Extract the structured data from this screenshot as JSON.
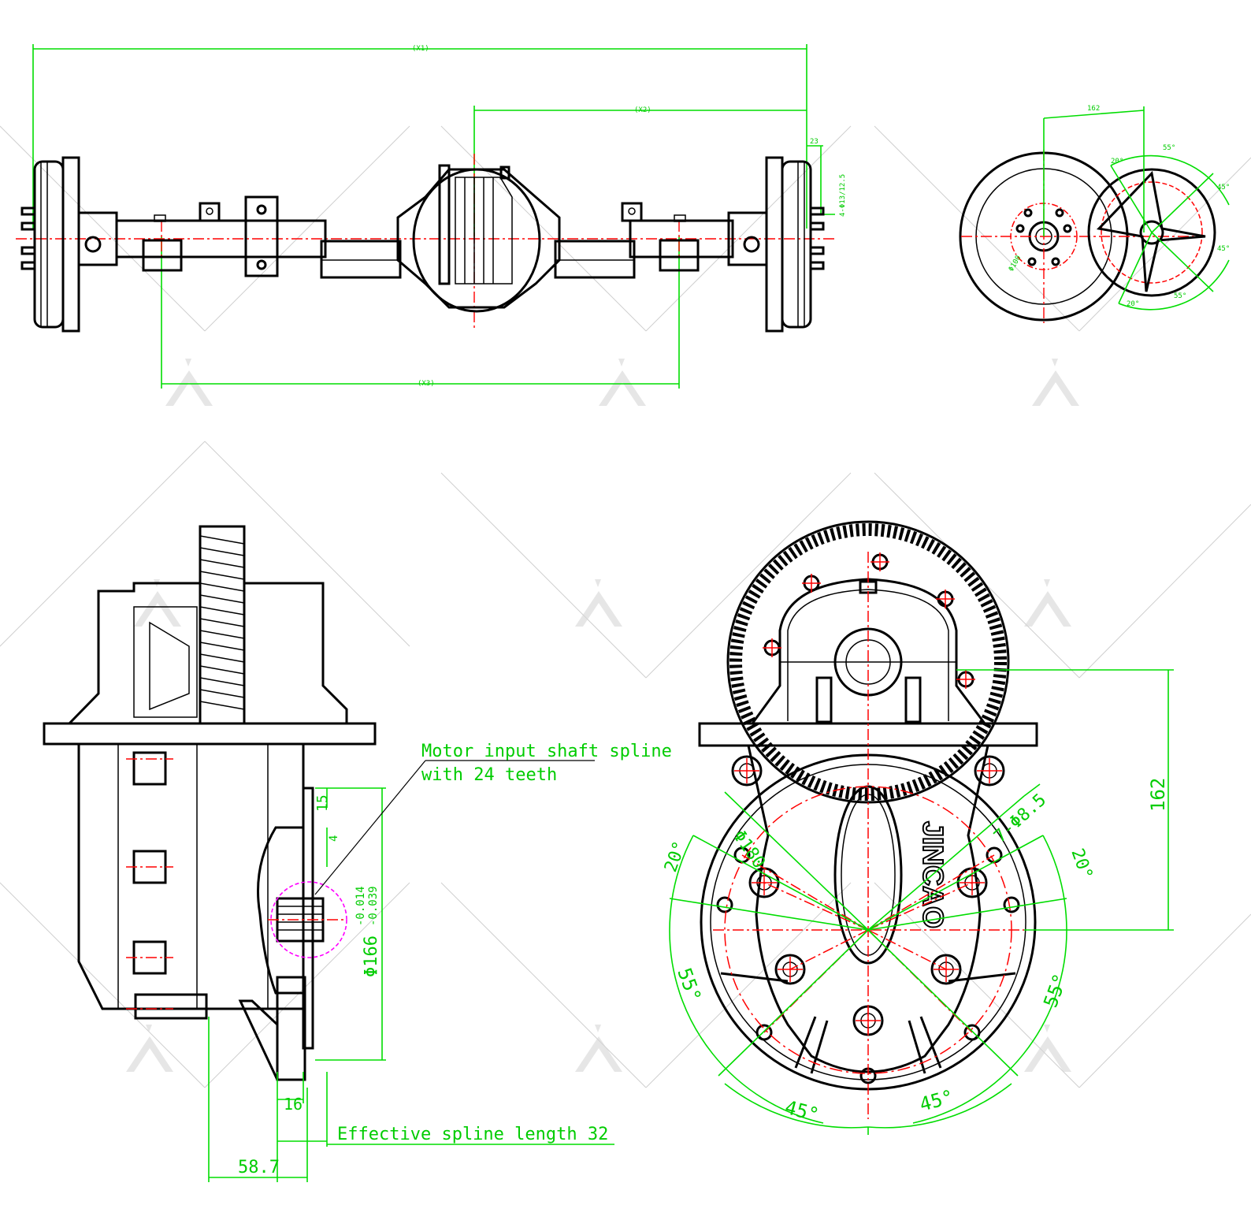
{
  "colors": {
    "outline": "#000000",
    "dimension": "#00cc00",
    "centerline": "#ff0000",
    "spline_circle": "#ff00ff",
    "watermark": "#cccccc"
  },
  "axle_view": {
    "dim_top_overall": "(X1)",
    "dim_mid": "(X2)",
    "dim_bottom": "(X3)",
    "dim_small_23": "23",
    "dim_flange": "4-Φ13/12.5"
  },
  "hub_view": {
    "dim_162": "162",
    "angle_55_top": "55°",
    "angle_20_top": "20°",
    "angle_45_a": "45°",
    "angle_45_b": "45°",
    "angle_20_bottom": "20°",
    "angle_55_bottom": "55°",
    "bolt_circle": "Φ100"
  },
  "side_view": {
    "spline_note_line1": "Motor input shaft spline",
    "spline_note_line2": "with 24 teeth",
    "dim_15": "15",
    "dim_4": "4",
    "dim_pilot": "Φ166",
    "tol_upper": "-0.014",
    "tol_lower": "-0.039",
    "dim_16": "16",
    "dim_58_7": "58.7",
    "spline_length_note": "Effective spline length 32"
  },
  "front_view": {
    "brand": "JINCAO",
    "dim_phi180": "Φ180",
    "holes": "7-Φ8.5",
    "dim_162": "162",
    "angle_20_left": "20°",
    "angle_20_right": "20°",
    "angle_55_left": "55°",
    "angle_55_right": "55°",
    "angle_45_left": "45°",
    "angle_45_right": "45°"
  }
}
